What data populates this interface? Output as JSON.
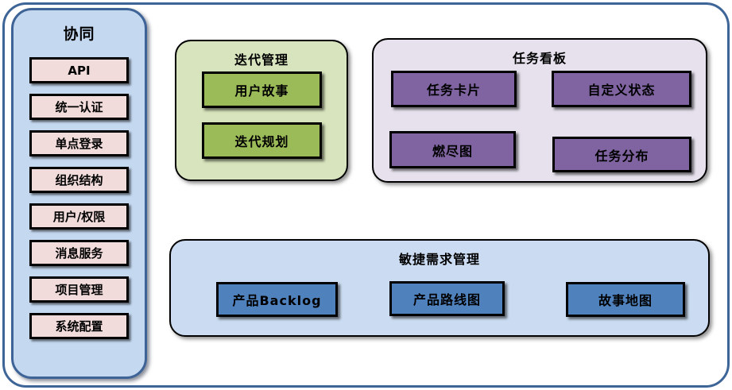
{
  "sidebar": {
    "title": "协同",
    "items": [
      "API",
      "统一认证",
      "单点登录",
      "组织结构",
      "用户/权限",
      "消息服务",
      "项目管理",
      "系统配置"
    ]
  },
  "groups": {
    "iteration": {
      "title": "迭代管理",
      "items": [
        "用户故事",
        "迭代规划"
      ]
    },
    "kanban": {
      "title": "任务看板",
      "items": [
        "任务卡片",
        "自定义状态",
        "燃尽图",
        "任务分布"
      ]
    },
    "requirements": {
      "title": "敏捷需求管理",
      "items": [
        "产品Backlog",
        "产品路线图",
        "故事地图"
      ]
    }
  },
  "palette": {
    "frame_border": "#3e6598",
    "sidebar_fill": "#c4d8f0",
    "sidebar_border": "#3d6397",
    "sidebar_item_fill": "#f2dcdb",
    "iteration_fill": "#d7e4bd",
    "iteration_item_fill": "#9bbb59",
    "kanban_fill": "#e6e1ed",
    "kanban_item_fill": "#8064a2",
    "requirements_fill": "#cbdcf2",
    "requirements_item_fill": "#4f81bd",
    "item_border": "#000000"
  }
}
